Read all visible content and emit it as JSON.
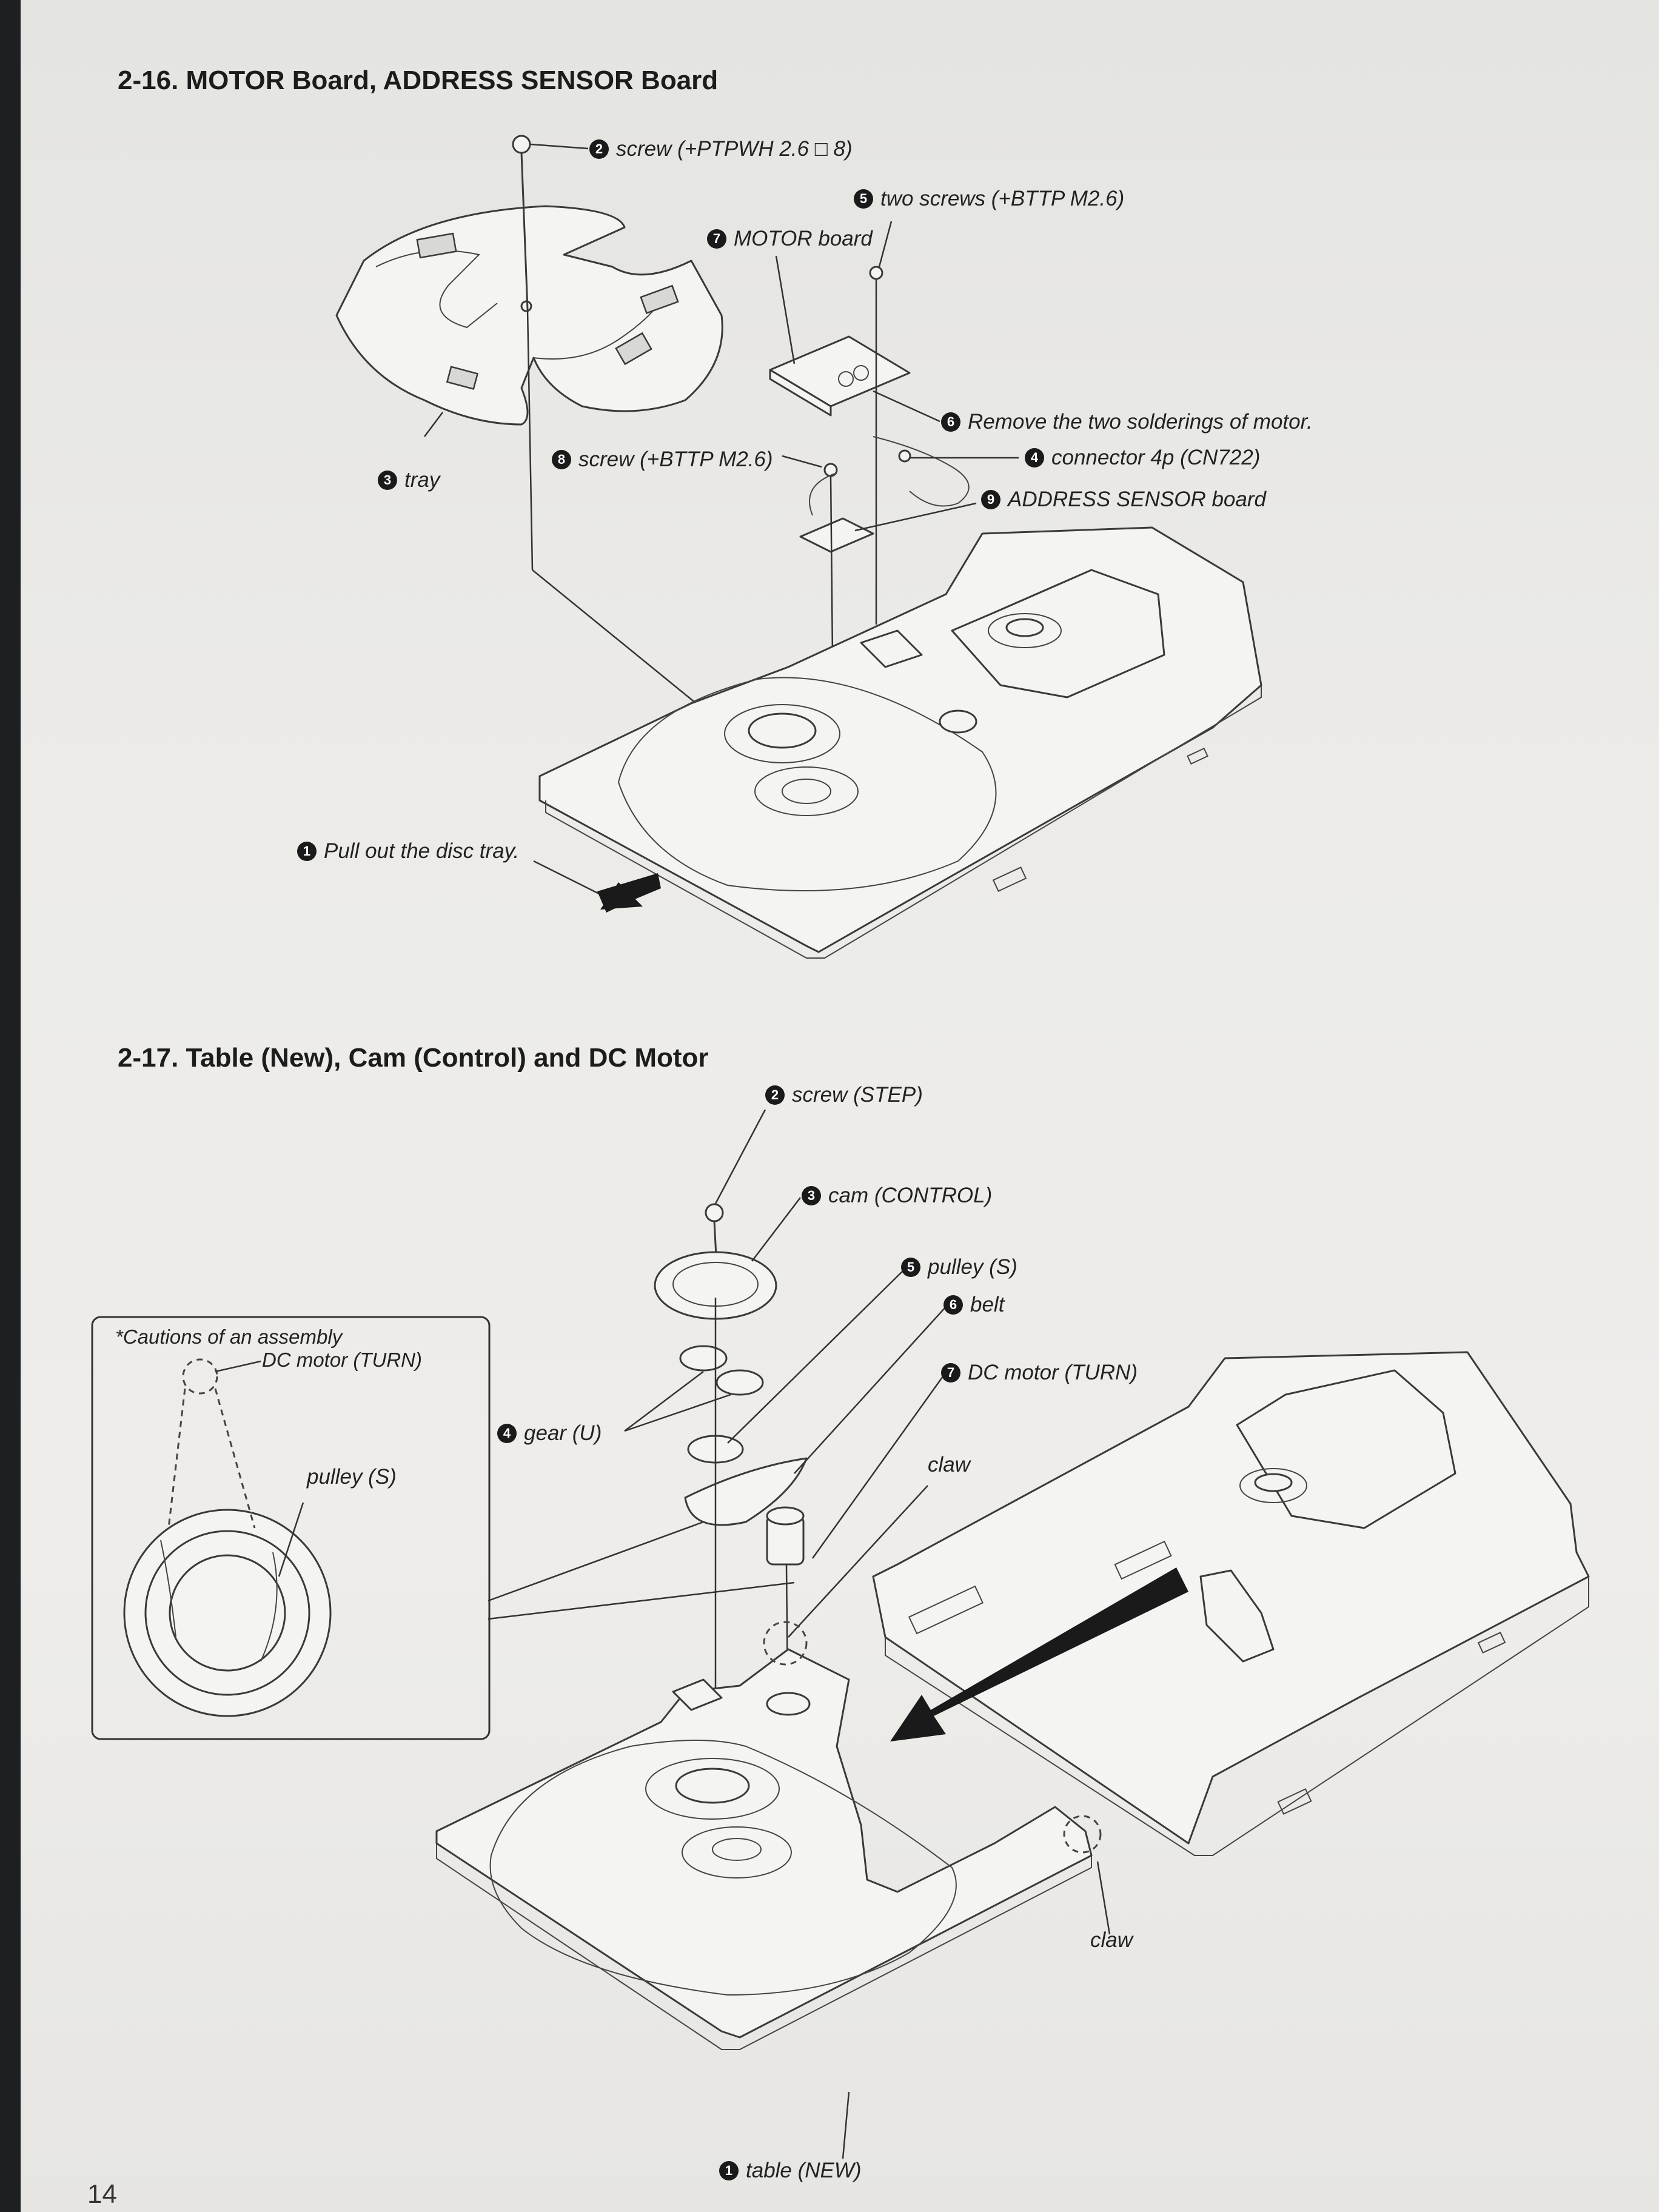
{
  "page_number": "14",
  "section1": {
    "title": "2-16. MOTOR Board, ADDRESS SENSOR Board",
    "labels": {
      "l1": {
        "num": "1",
        "text": "Pull out the disc tray."
      },
      "l2": {
        "num": "2",
        "text": "screw (+PTPWH 2.6 □ 8)"
      },
      "l3": {
        "num": "3",
        "text": "tray"
      },
      "l4": {
        "num": "4",
        "text": "connector 4p (CN722)"
      },
      "l5": {
        "num": "5",
        "text": "two screws (+BTTP M2.6)"
      },
      "l6": {
        "num": "6",
        "text": "Remove the two solderings of motor."
      },
      "l7": {
        "num": "7",
        "text": "MOTOR board"
      },
      "l8": {
        "num": "8",
        "text": "screw (+BTTP M2.6)"
      },
      "l9": {
        "num": "9",
        "text": "ADDRESS SENSOR board"
      }
    }
  },
  "section2": {
    "title": "2-17. Table (New), Cam (Control) and DC Motor",
    "labels": {
      "l1": {
        "num": "1",
        "text": "table (NEW)"
      },
      "l2": {
        "num": "2",
        "text": "screw (STEP)"
      },
      "l3": {
        "num": "3",
        "text": "cam (CONTROL)"
      },
      "l4": {
        "num": "4",
        "text": "gear (U)"
      },
      "l5": {
        "num": "5",
        "text": "pulley (S)"
      },
      "l6": {
        "num": "6",
        "text": "belt"
      },
      "l7": {
        "num": "7",
        "text": "DC motor (TURN)"
      }
    },
    "claw_label": "claw",
    "caution": {
      "title": "*Cautions of an assembly",
      "motor_label": "DC motor (TURN)",
      "pulley_label": "pulley (S)"
    }
  }
}
